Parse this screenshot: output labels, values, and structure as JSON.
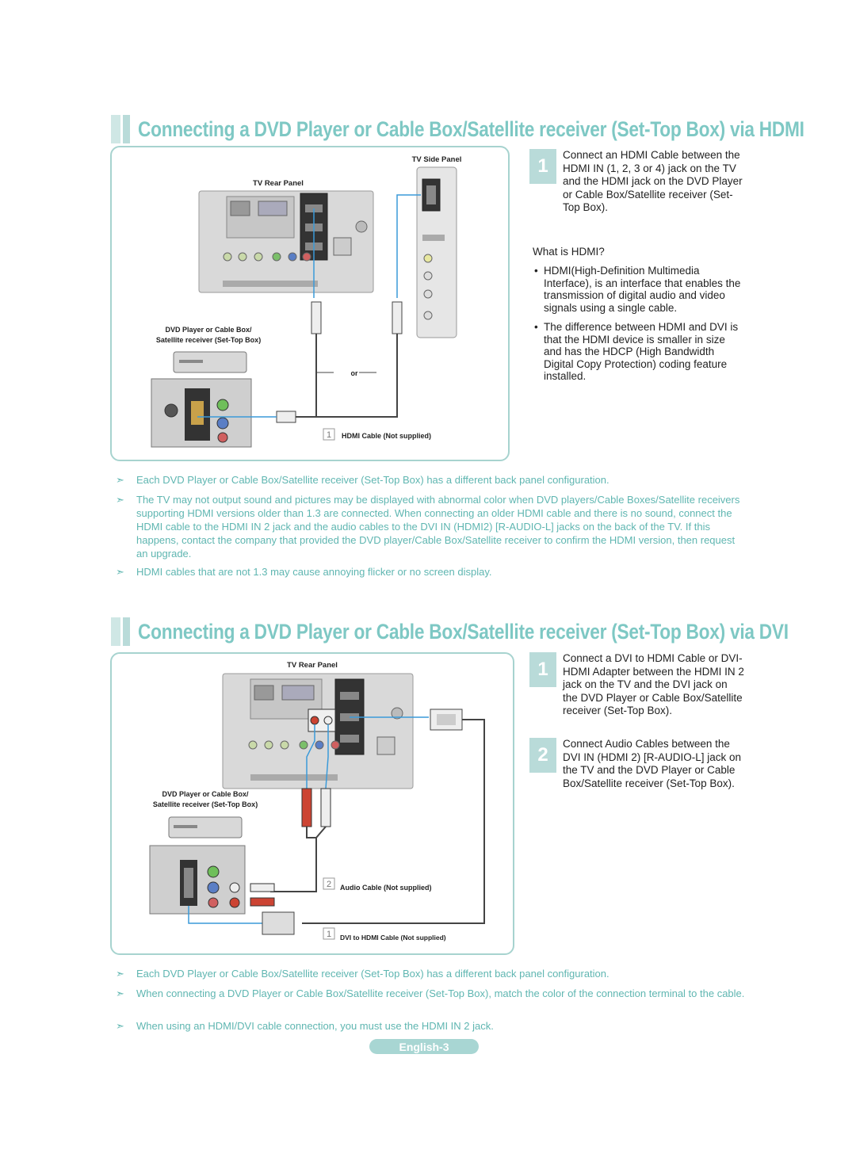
{
  "section1": {
    "title": "Connecting a DVD Player or Cable Box/Satellite receiver (Set-Top Box) via HDMI",
    "diagram": {
      "tv_side_panel": "TV Side Panel",
      "tv_rear_panel": "TV Rear Panel",
      "device_label_1": "DVD Player or Cable Box/",
      "device_label_2": "Satellite receiver (Set-Top Box)",
      "or_label": "or",
      "cable_number": "1",
      "cable_label": "HDMI Cable (Not supplied)"
    },
    "step1": {
      "number": "1",
      "text": "Connect an HDMI Cable between the HDMI IN (1, 2, 3 or 4) jack on the TV and the HDMI jack on the DVD Player or Cable Box/Satellite receiver (Set-Top Box)."
    },
    "what_is": "What is HDMI?",
    "bullets": [
      "HDMI(High-Definition Multimedia Interface), is an interface that enables the transmission of digital audio and video signals using a single cable.",
      "The difference between HDMI and DVI is that the HDMI device is smaller in size and has the HDCP (High Bandwidth Digital Copy Protection) coding feature installed."
    ],
    "notes": [
      "Each DVD Player or Cable Box/Satellite receiver (Set-Top Box) has a different back panel configuration.",
      "The TV may not output sound and pictures may be displayed with abnormal color when DVD players/Cable Boxes/Satellite receivers supporting HDMI versions older than 1.3 are connected. When connecting an older HDMI cable and there is no sound, connect the HDMI cable to the HDMI IN 2 jack and the audio cables to the DVI IN (HDMI2) [R-AUDIO-L] jacks on the back of the TV. If this happens, contact the company that provided the DVD player/Cable Box/Satellite receiver to confirm the HDMI version, then request an upgrade.",
      "HDMI cables that are not 1.3 may cause annoying flicker or no screen display."
    ]
  },
  "section2": {
    "title": "Connecting a DVD Player or Cable Box/Satellite receiver (Set-Top Box) via DVI",
    "diagram": {
      "tv_rear_panel": "TV Rear Panel",
      "device_label_1": "DVD Player or Cable Box/",
      "device_label_2": "Satellite receiver (Set-Top Box)",
      "audio_number": "2",
      "audio_label": "Audio Cable (Not supplied)",
      "dvi_number": "1",
      "dvi_label": "DVI to HDMI Cable (Not supplied)"
    },
    "step1": {
      "number": "1",
      "text": "Connect a DVI to HDMI Cable or DVI-HDMI Adapter between the HDMI IN 2 jack on the TV and the DVI jack on the DVD Player or Cable Box/Satellite receiver (Set-Top Box)."
    },
    "step2": {
      "number": "2",
      "text": "Connect Audio Cables between the DVI IN (HDMI 2) [R-AUDIO-L] jack on the TV and the DVD Player or Cable Box/Satellite receiver (Set-Top Box)."
    },
    "notes": [
      "Each DVD Player or Cable Box/Satellite receiver (Set-Top Box) has a different back panel configuration.",
      "When connecting a DVD Player or Cable Box/Satellite receiver (Set-Top Box), match the color of the connection terminal to the cable.",
      "When using an HDMI/DVI cable connection, you must use the HDMI IN 2 jack."
    ]
  },
  "note_arrow": "➣",
  "footer": {
    "page_label": "English-3"
  },
  "colors": {
    "accent": "#7ec8c4",
    "note_text": "#5fb6b1",
    "box_border": "#a7d3cf",
    "step_bg": "#b9dbd9"
  }
}
